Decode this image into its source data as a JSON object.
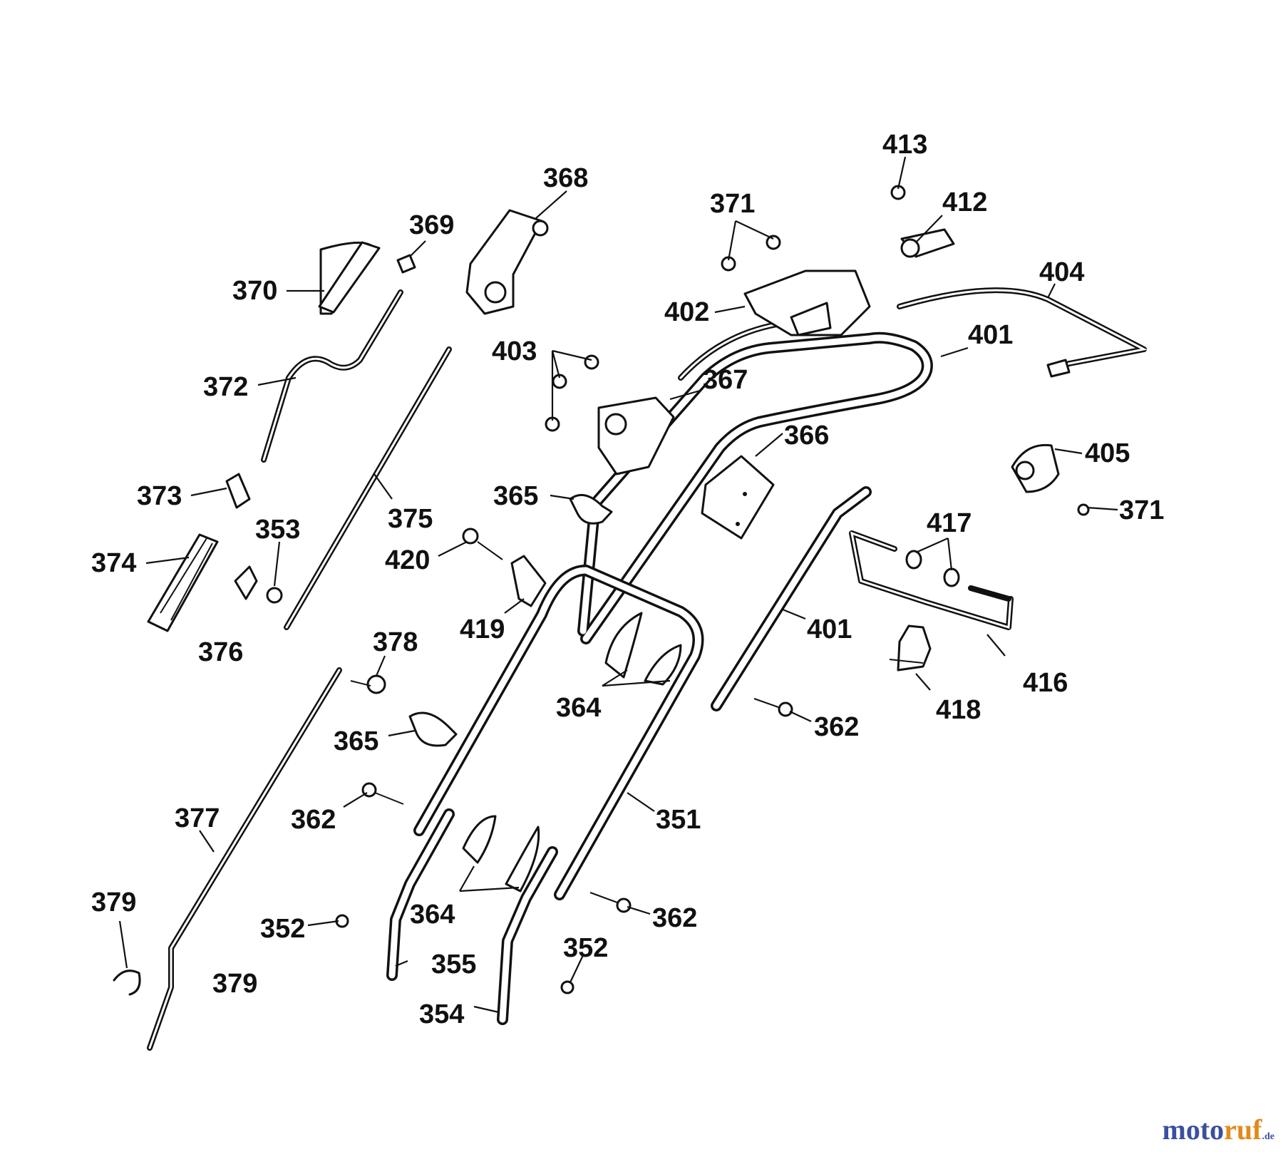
{
  "diagram": {
    "labels": [
      {
        "id": "l413",
        "text": "413"
      },
      {
        "id": "l368",
        "text": "368"
      },
      {
        "id": "l371a",
        "text": "371"
      },
      {
        "id": "l412",
        "text": "412"
      },
      {
        "id": "l369",
        "text": "369"
      },
      {
        "id": "l370",
        "text": "370"
      },
      {
        "id": "l404",
        "text": "404"
      },
      {
        "id": "l402",
        "text": "402"
      },
      {
        "id": "l401a",
        "text": "401"
      },
      {
        "id": "l403",
        "text": "403"
      },
      {
        "id": "l372",
        "text": "372"
      },
      {
        "id": "l367",
        "text": "367"
      },
      {
        "id": "l366",
        "text": "366"
      },
      {
        "id": "l405",
        "text": "405"
      },
      {
        "id": "l373",
        "text": "373"
      },
      {
        "id": "l365a",
        "text": "365"
      },
      {
        "id": "l371b",
        "text": "371"
      },
      {
        "id": "l375",
        "text": "375"
      },
      {
        "id": "l417",
        "text": "417"
      },
      {
        "id": "l353",
        "text": "353"
      },
      {
        "id": "l374",
        "text": "374"
      },
      {
        "id": "l420",
        "text": "420"
      },
      {
        "id": "l419",
        "text": "419"
      },
      {
        "id": "l401b",
        "text": "401"
      },
      {
        "id": "l376",
        "text": "376"
      },
      {
        "id": "l378",
        "text": "378"
      },
      {
        "id": "l416",
        "text": "416"
      },
      {
        "id": "l364a",
        "text": "364"
      },
      {
        "id": "l418",
        "text": "418"
      },
      {
        "id": "l362a",
        "text": "362"
      },
      {
        "id": "l365b",
        "text": "365"
      },
      {
        "id": "l377",
        "text": "377"
      },
      {
        "id": "l362b",
        "text": "362"
      },
      {
        "id": "l351",
        "text": "351"
      },
      {
        "id": "l379a",
        "text": "379"
      },
      {
        "id": "l364b",
        "text": "364"
      },
      {
        "id": "l362c",
        "text": "362"
      },
      {
        "id": "l352a",
        "text": "352"
      },
      {
        "id": "l355",
        "text": "355"
      },
      {
        "id": "l352b",
        "text": "352"
      },
      {
        "id": "l379b",
        "text": "379"
      },
      {
        "id": "l354",
        "text": "354"
      }
    ]
  },
  "watermark": {
    "part1": "moto",
    "part2": "ruf",
    "suffix": ".de"
  }
}
